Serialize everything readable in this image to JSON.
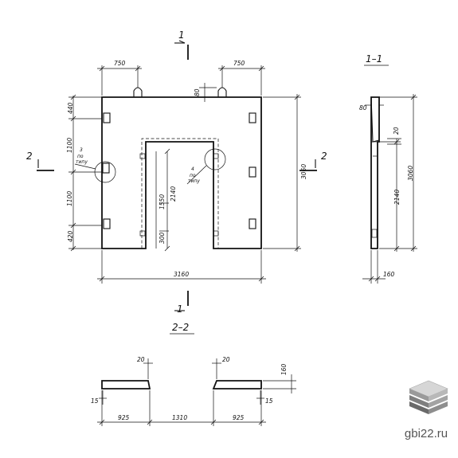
{
  "labels": {
    "section_1_top": "1",
    "section_1_bottom": "1",
    "section_2_left": "2",
    "section_2_right": "2",
    "view_1_1": "1–1",
    "view_2_2": "2–2"
  },
  "dims": {
    "top_left": "750",
    "top_right": "750",
    "top_80": "80",
    "left_440": "440",
    "left_1100a": "1100",
    "left_1100b": "1100",
    "left_420": "420",
    "right_3060": "3060",
    "bottom_3160": "3160",
    "inner_2140": "2140",
    "inner_1550": "1550",
    "inner_300": "300",
    "side_80": "80",
    "side_20": "20",
    "side_3060": "3060",
    "side_2140": "2140",
    "side_160": "160",
    "b_20_left": "20",
    "b_20_right": "20",
    "b_160": "160",
    "b_15_left": "15",
    "b_15_right": "15",
    "b_925_left": "925",
    "b_1310": "1310",
    "b_925_right": "925"
  },
  "notes": {
    "n3_num": "3",
    "n3_text1": "по",
    "n3_text2": "типу",
    "n4_num": "4",
    "n4_text1": "по",
    "n4_text2": "типу"
  },
  "watermark": "gbi22.ru",
  "colors": {
    "ink": "#111111",
    "logo_top": "#c9c9c9",
    "logo_mid": "#9b9b9b",
    "logo_bot": "#6f6f6f"
  }
}
